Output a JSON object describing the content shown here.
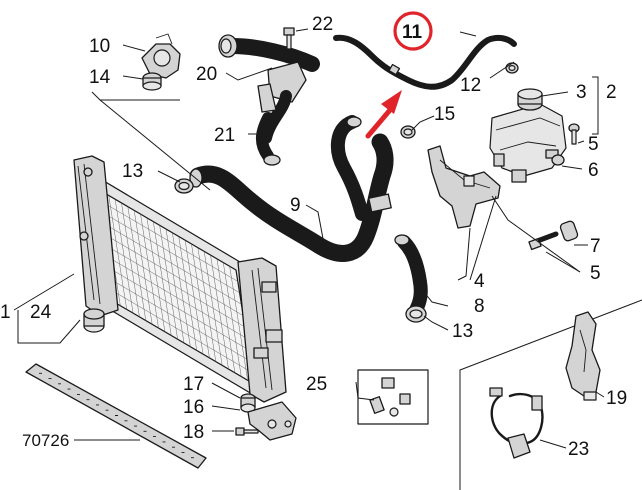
{
  "diagram": {
    "highlight_color": "#e0242a",
    "highlighted_hose_color": "#e8dc5a",
    "highlighted_part": "11",
    "figure_code": "70726",
    "labels": {
      "p1": "1",
      "p2": "2",
      "p3": "3",
      "p4": "4",
      "p5a": "5",
      "p5b": "5",
      "p6": "6",
      "p7": "7",
      "p8": "8",
      "p9": "9",
      "p10": "10",
      "p11": "11",
      "p12": "12",
      "p13a": "13",
      "p13b": "13",
      "p14": "14",
      "p15": "15",
      "p16": "16",
      "p17": "17",
      "p18": "18",
      "p19": "19",
      "p20": "20",
      "p21": "21",
      "p22": "22",
      "p23": "23",
      "p24": "24",
      "p25": "25"
    }
  }
}
